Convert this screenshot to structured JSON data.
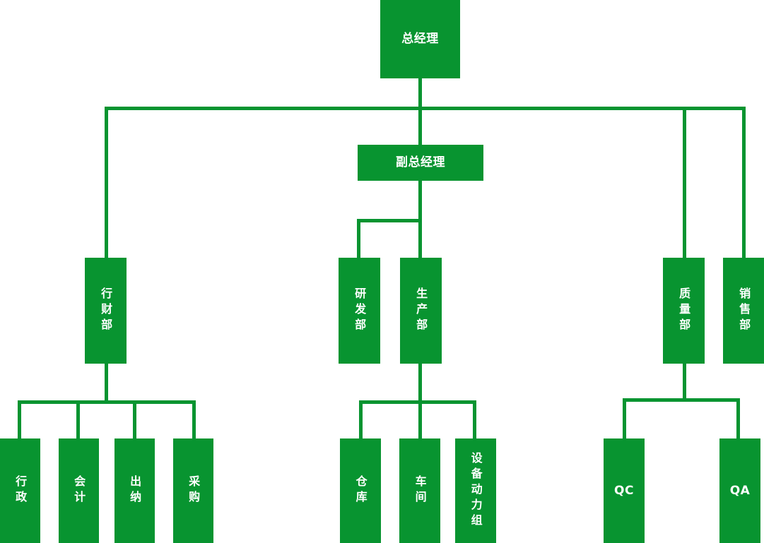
{
  "meta": {
    "title": "组织架构图",
    "orientation": "top-down",
    "accent_color": "#089430",
    "text_color": "#ffffff",
    "background_color": "#ffffff",
    "connector_color": "#089430"
  },
  "chart_data": {
    "type": "diagram",
    "diagram_kind": "organization-chart",
    "nodes": [
      {
        "id": "gm",
        "label": "总经理",
        "level": 0,
        "text_direction": "horizontal"
      },
      {
        "id": "dgm",
        "label": "副总经理",
        "level": 1,
        "text_direction": "horizontal"
      },
      {
        "id": "admin_fin",
        "label": "行财部",
        "level": 2,
        "text_direction": "vertical"
      },
      {
        "id": "rnd",
        "label": "研发部",
        "level": 2,
        "text_direction": "vertical"
      },
      {
        "id": "prod",
        "label": "生产部",
        "level": 2,
        "text_direction": "vertical"
      },
      {
        "id": "quality",
        "label": "质量部",
        "level": 2,
        "text_direction": "vertical"
      },
      {
        "id": "sales",
        "label": "销售部",
        "level": 2,
        "text_direction": "vertical"
      },
      {
        "id": "admin",
        "label": "行政",
        "level": 3,
        "text_direction": "vertical"
      },
      {
        "id": "account",
        "label": "会计",
        "level": 3,
        "text_direction": "vertical"
      },
      {
        "id": "cashier",
        "label": "出纳",
        "level": 3,
        "text_direction": "vertical"
      },
      {
        "id": "purchase",
        "label": "采购",
        "level": 3,
        "text_direction": "vertical"
      },
      {
        "id": "warehouse",
        "label": "仓库",
        "level": 3,
        "text_direction": "vertical"
      },
      {
        "id": "workshop",
        "label": "车间",
        "level": 3,
        "text_direction": "vertical"
      },
      {
        "id": "equipment",
        "label": "设备动力组",
        "level": 3,
        "text_direction": "vertical"
      },
      {
        "id": "qc",
        "label": "QC",
        "level": 3,
        "text_direction": "horizontal"
      },
      {
        "id": "qa",
        "label": "QA",
        "level": 3,
        "text_direction": "horizontal"
      }
    ],
    "edges": [
      {
        "from": "gm",
        "to": "dgm"
      },
      {
        "from": "gm",
        "to": "admin_fin"
      },
      {
        "from": "gm",
        "to": "quality"
      },
      {
        "from": "gm",
        "to": "sales"
      },
      {
        "from": "dgm",
        "to": "rnd"
      },
      {
        "from": "dgm",
        "to": "prod"
      },
      {
        "from": "admin_fin",
        "to": "admin"
      },
      {
        "from": "admin_fin",
        "to": "account"
      },
      {
        "from": "admin_fin",
        "to": "cashier"
      },
      {
        "from": "admin_fin",
        "to": "purchase"
      },
      {
        "from": "prod",
        "to": "warehouse"
      },
      {
        "from": "prod",
        "to": "workshop"
      },
      {
        "from": "prod",
        "to": "equipment"
      },
      {
        "from": "quality",
        "to": "qc"
      },
      {
        "from": "quality",
        "to": "qa"
      }
    ]
  },
  "boxes": {
    "gm": {
      "label": "总经理"
    },
    "dgm": {
      "label": "副总经理"
    },
    "admin_fin": {
      "label": "行财部"
    },
    "rnd": {
      "label": "研发部"
    },
    "prod": {
      "label": "生产部"
    },
    "quality": {
      "label": "质量部"
    },
    "sales": {
      "label": "销售部"
    },
    "admin": {
      "label": "行政"
    },
    "account": {
      "label": "会计"
    },
    "cashier": {
      "label": "出纳"
    },
    "purchase": {
      "label": "采购"
    },
    "warehouse": {
      "label": "仓库"
    },
    "workshop": {
      "label": "车间"
    },
    "equipment": {
      "label": "设备动力组"
    },
    "qc": {
      "label": "QC"
    },
    "qa": {
      "label": "QA"
    }
  }
}
